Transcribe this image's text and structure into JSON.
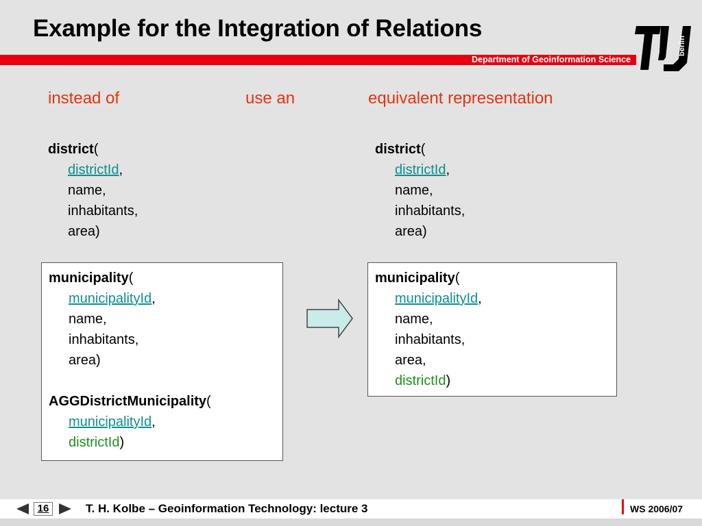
{
  "header": {
    "title": "Example for the Integration of Relations",
    "department": "Department of Geoinformation Science",
    "logo_text": "berlin"
  },
  "headings": {
    "instead_of": "instead of",
    "use_an": "use an",
    "equivalent": "equivalent representation"
  },
  "left": {
    "district": {
      "name": "district",
      "open": "(",
      "key": "districtId",
      "key_sep": ",",
      "attrs": [
        "name,",
        "inhabitants,",
        "area)"
      ]
    },
    "municipality": {
      "name": "municipality",
      "open": "(",
      "key": "municipalityId",
      "key_sep": ",",
      "attrs": [
        "name,",
        "inhabitants,",
        "area)"
      ]
    },
    "agg": {
      "name": "AGGDistrictMunicipality",
      "open": "(",
      "key": "municipalityId",
      "key_sep": ",",
      "fk": "districtId",
      "close": ")"
    }
  },
  "right": {
    "district": {
      "name": "district",
      "open": "(",
      "key": "districtId",
      "key_sep": ",",
      "attrs": [
        "name,",
        "inhabitants,",
        "area)"
      ]
    },
    "municipality": {
      "name": "municipality",
      "open": "(",
      "key": "municipalityId",
      "key_sep": ",",
      "attrs": [
        "name,",
        "inhabitants,",
        "area,"
      ],
      "fk": "districtId",
      "close": ")"
    }
  },
  "footer": {
    "page": "16",
    "author_course": "T. H. Kolbe  – Geoinformation Technology: lecture 3",
    "semester": "WS 2006/07"
  },
  "colors": {
    "accent_red": "#e8000e",
    "heading_orange": "#e8320e",
    "key_teal": "#0b8f8f",
    "fk_green": "#1e8f1e",
    "arrow_fill": "#c9ebea"
  }
}
